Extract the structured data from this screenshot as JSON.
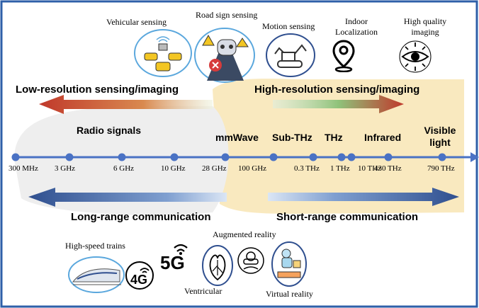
{
  "colors": {
    "frame": "#2e5fa8",
    "axis": "#4a72c4",
    "dot": "#4a72c4",
    "highlight": "#f9e9bf",
    "red_arrow": "#c0392b",
    "blue_arrow": "#2f4f8f",
    "icon_ring": "#5aa7dd"
  },
  "top_apps": [
    {
      "label": "Vehicular sensing",
      "icon": "cars-icon"
    },
    {
      "label": "Road sign sensing",
      "icon": "road-sign-icon"
    },
    {
      "label": "Motion sensing",
      "icon": "excavator-icon"
    },
    {
      "label": "Indoor Localization",
      "icon": "location-pin-icon"
    },
    {
      "label": "High quality imaging",
      "icon": "eye-imaging-icon"
    }
  ],
  "sensing": {
    "low": "Low-resolution sensing/imaging",
    "high": "High-resolution sensing/imaging"
  },
  "bands": {
    "radio": "Radio signals",
    "mmwave": "mmWave",
    "subthz": "Sub-THz",
    "thz": "THz",
    "infrared": "Infrared",
    "visible": "Visible light"
  },
  "ticks": [
    "300 MHz",
    "3 GHz",
    "6 GHz",
    "10 GHz",
    "28 GHz",
    "100 GHz",
    "0.3 THz",
    "1 THz",
    "10 THz",
    "430 THz",
    "790 THz"
  ],
  "communication": {
    "long": "Long-range communication",
    "short": "Short-range communication"
  },
  "bottom_apps": [
    {
      "label": "High-speed trains",
      "icon": "train-icon"
    },
    {
      "label": "4G",
      "icon": "4g-icon"
    },
    {
      "label": "5G",
      "icon": "5g-icon"
    },
    {
      "label": "Augmented reality",
      "icon": "ar-icon"
    },
    {
      "label": "Ventricular",
      "icon": "heart-icon"
    },
    {
      "label": "Virtual reality",
      "icon": "vr-icon"
    }
  ]
}
